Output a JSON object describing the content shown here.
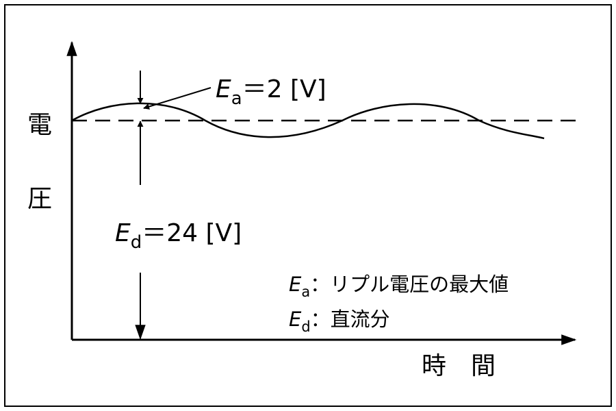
{
  "axis": {
    "y_label_chars": [
      "電",
      "圧"
    ],
    "x_label": "時　間"
  },
  "annotations": {
    "ripple": {
      "symbol": "E",
      "subscript": "a",
      "value_text": "＝2 [V]"
    },
    "dc": {
      "symbol": "E",
      "subscript": "d",
      "value_text": "＝24 [V]"
    }
  },
  "legend": {
    "ripple": {
      "symbol": "E",
      "subscript": "a",
      "description": "：リプル電圧の最大値"
    },
    "dc": {
      "symbol": "E",
      "subscript": "d",
      "description": "：直流分"
    }
  },
  "colors": {
    "stroke": "#000000",
    "background": "#ffffff"
  }
}
